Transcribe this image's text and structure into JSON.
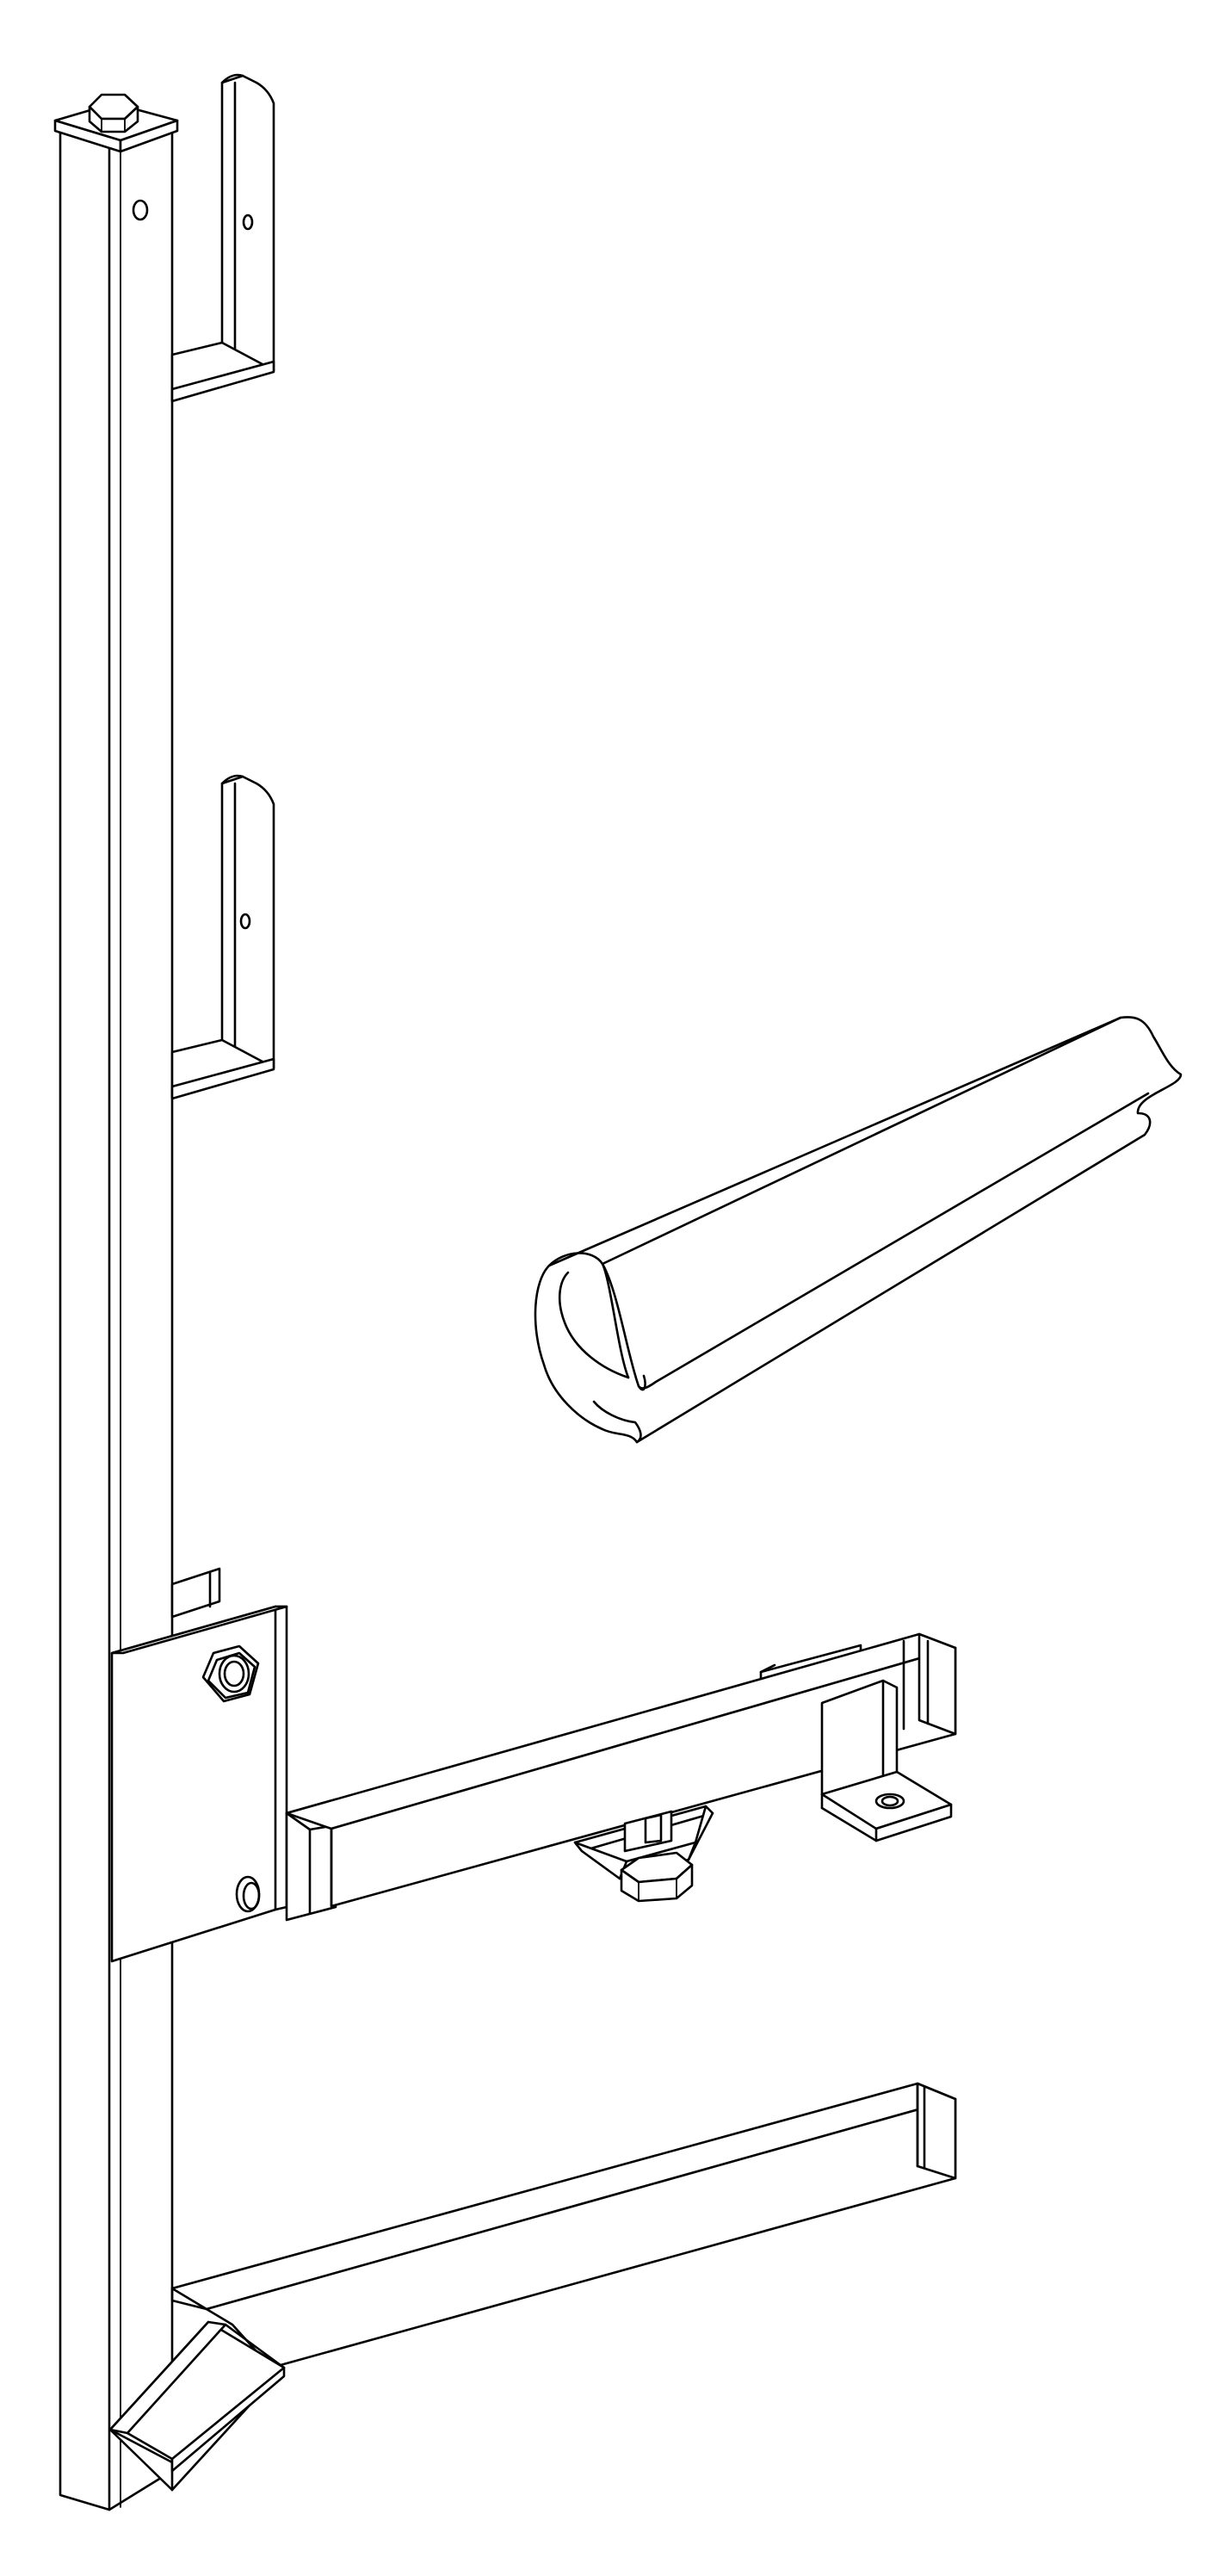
{
  "drawing": {
    "kind": "line-art technical illustration",
    "background_color": "#ffffff",
    "line_color": "#000000",
    "parts": [
      "vertical-square-post",
      "post-top-cap-with-bolt",
      "upper-u-bracket",
      "middle-u-bracket",
      "foam-tube-sleeve",
      "clamp-plate-with-bolts",
      "horizontal-support-arm",
      "angle-foot-bracket",
      "hanging-nut-bolt",
      "lower-base-arm",
      "diagonal-brace"
    ]
  }
}
